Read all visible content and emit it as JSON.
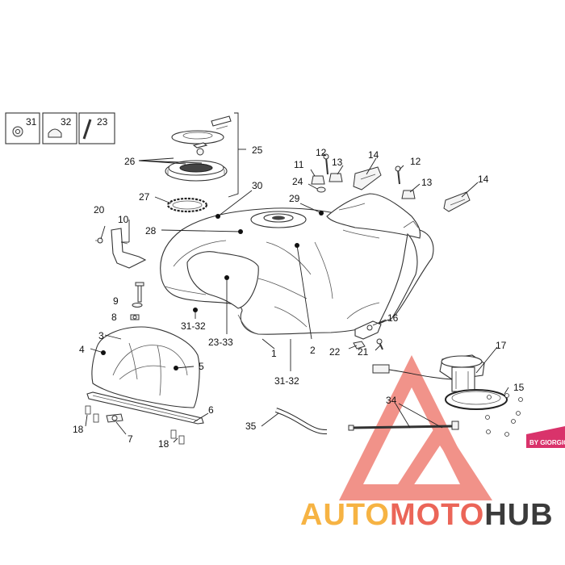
{
  "callouts": {
    "c1": "1",
    "c2": "2",
    "c3": "3",
    "c4": "4",
    "c5": "5",
    "c6": "6",
    "c7": "7",
    "c8": "8",
    "c9": "9",
    "c10": "10",
    "c11": "11",
    "c12a": "12",
    "c12b": "12",
    "c13a": "13",
    "c13b": "13",
    "c14a": "14",
    "c14b": "14",
    "c15": "15",
    "c16": "16",
    "c17": "17",
    "c18a": "18",
    "c18b": "18",
    "c20": "20",
    "c21": "21",
    "c22": "22",
    "c23": "23",
    "c24": "24",
    "c25": "25",
    "c26": "26",
    "c27": "27",
    "c28": "28",
    "c29": "29",
    "c30": "30",
    "c31": "31",
    "c32": "32",
    "c34": "34",
    "c35": "35",
    "c31_32a": "31-32",
    "c31_32b": "31-32",
    "c23_33": "23-33"
  },
  "legend": {
    "k31": "31",
    "k32": "32",
    "k23": "23"
  },
  "brand_badge": "BY GIORGIO",
  "watermark": {
    "part1": "AUTO",
    "part2": "MOTO",
    "part3": "HUB",
    "color_orange": "#f5a623",
    "color_red": "#e84b3c",
    "color_dark": "#1a1a1a"
  }
}
